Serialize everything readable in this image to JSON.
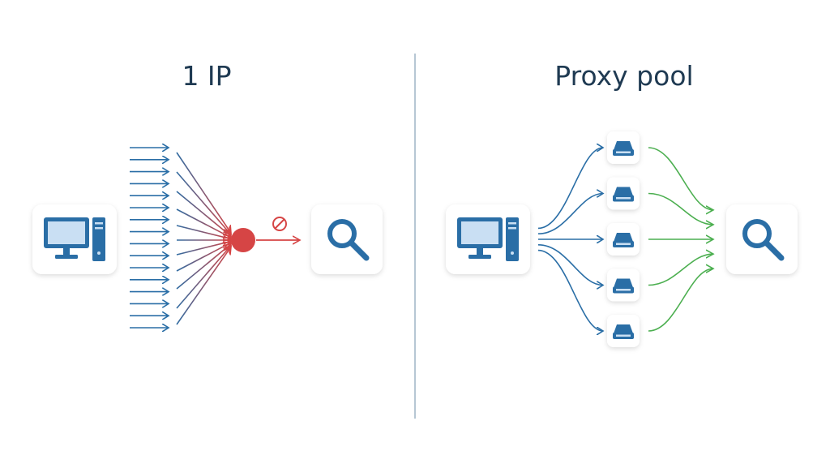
{
  "left_panel": {
    "title": "1 IP"
  },
  "right_panel": {
    "title": "Proxy pool",
    "proxy_count": 5
  },
  "icons": {
    "client": "desktop-computer-icon",
    "target": "search-magnifier-icon",
    "blocked": "blocked-icon",
    "proxy": "server-icon"
  },
  "colors": {
    "blue": "#2a6ea6",
    "red": "#d64545",
    "green": "#4caf50",
    "title": "#1f3a52",
    "divider": "#8fa9bd",
    "card_shadow": "#e4e8ec",
    "screen_fill": "#c9dff3"
  }
}
